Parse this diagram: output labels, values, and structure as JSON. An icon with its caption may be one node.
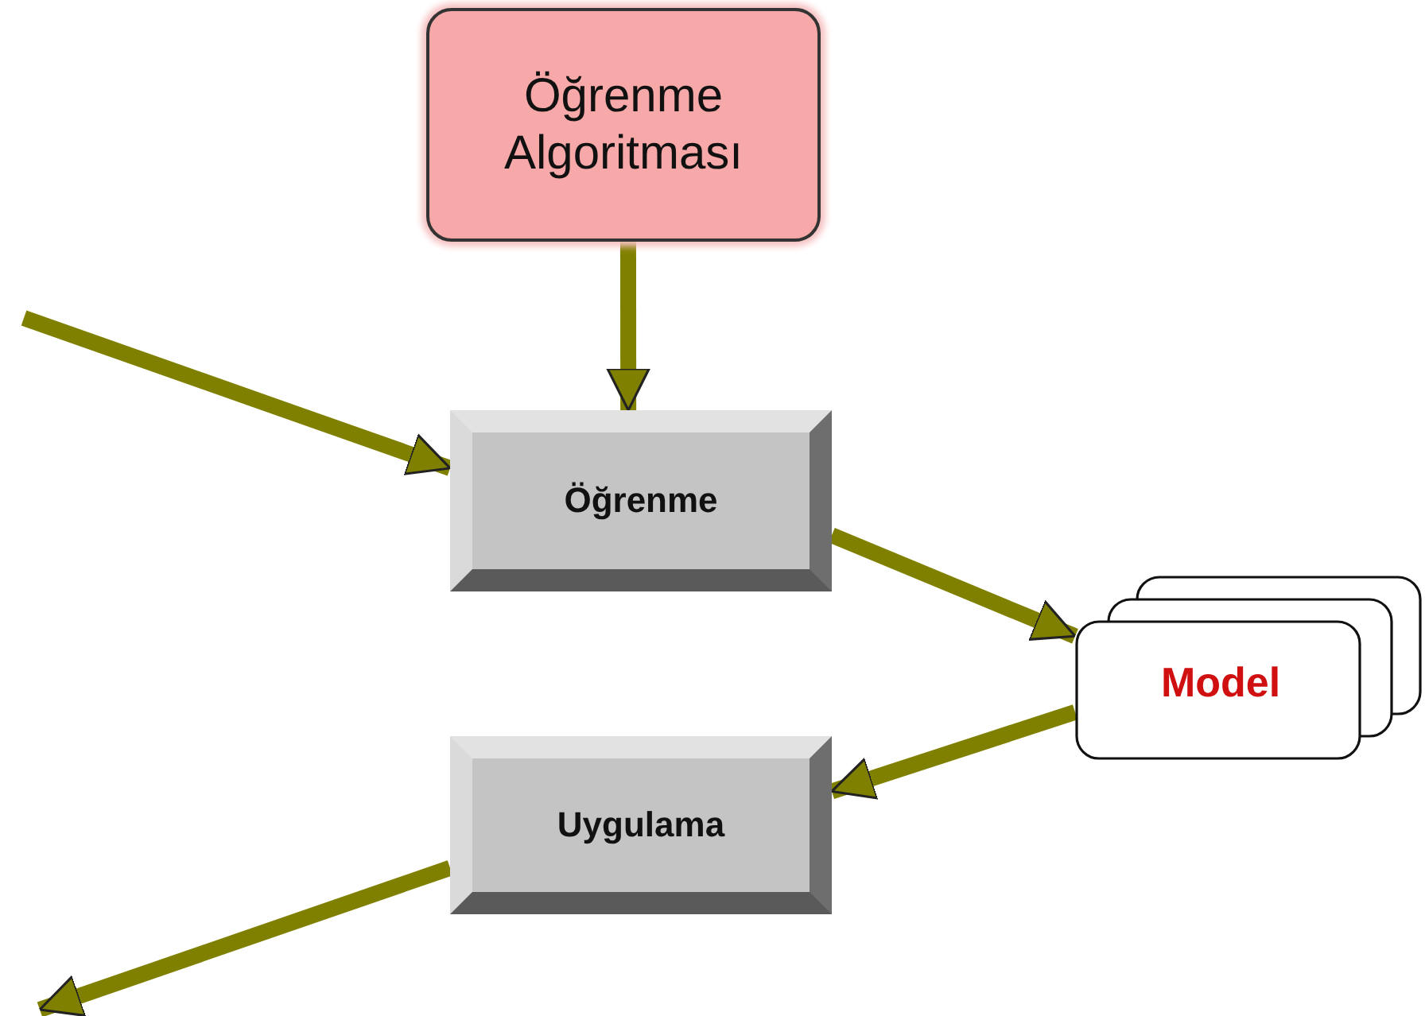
{
  "diagram": {
    "nodes": [
      {
        "text": [
          "Öğrenme Algoritması"
        ]
      },
      {
        "text": [
          "Öğrenme"
        ]
      },
      {
        "text": [
          "Model"
        ]
      },
      {
        "text": [
          "Uygulama"
        ]
      }
    ],
    "edges": [
      {
        "from": 0,
        "to": 1,
        "arrow": "to"
      },
      {
        "from": null,
        "to": 1,
        "arrow": "to"
      },
      {
        "from": 1,
        "to": 2,
        "arrow": "to"
      },
      {
        "from": 2,
        "to": 3,
        "arrow": "to"
      },
      {
        "from": 3,
        "to": null,
        "arrow": "to"
      }
    ]
  }
}
